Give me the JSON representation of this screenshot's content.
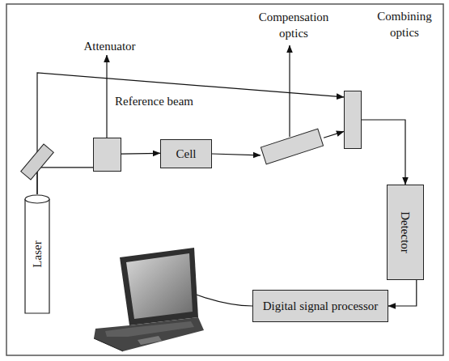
{
  "diagram": {
    "nodes": [
      {
        "text": [
          "Laser"
        ]
      },
      {
        "text": [
          "Attenuator"
        ]
      },
      {
        "text": [
          "Cell"
        ]
      },
      {
        "text": [
          "Compensation optics"
        ]
      },
      {
        "text": [
          "Combining optics"
        ]
      },
      {
        "text": [
          "Detector"
        ]
      },
      {
        "text": [
          "Digital signal processor"
        ]
      }
    ],
    "edges": [
      {
        "from": 0,
        "to": 1,
        "arrow": "none"
      },
      {
        "from": 0,
        "to": 4,
        "label": "Reference beam",
        "arrow": "to"
      },
      {
        "from": 1,
        "to": 2,
        "arrow": "to"
      },
      {
        "from": 2,
        "to": 3,
        "arrow": "to"
      },
      {
        "from": 3,
        "to": 4,
        "arrow": "to"
      },
      {
        "from": 4,
        "to": 5,
        "arrow": "to"
      },
      {
        "from": 5,
        "to": 6,
        "arrow": "to"
      }
    ]
  }
}
